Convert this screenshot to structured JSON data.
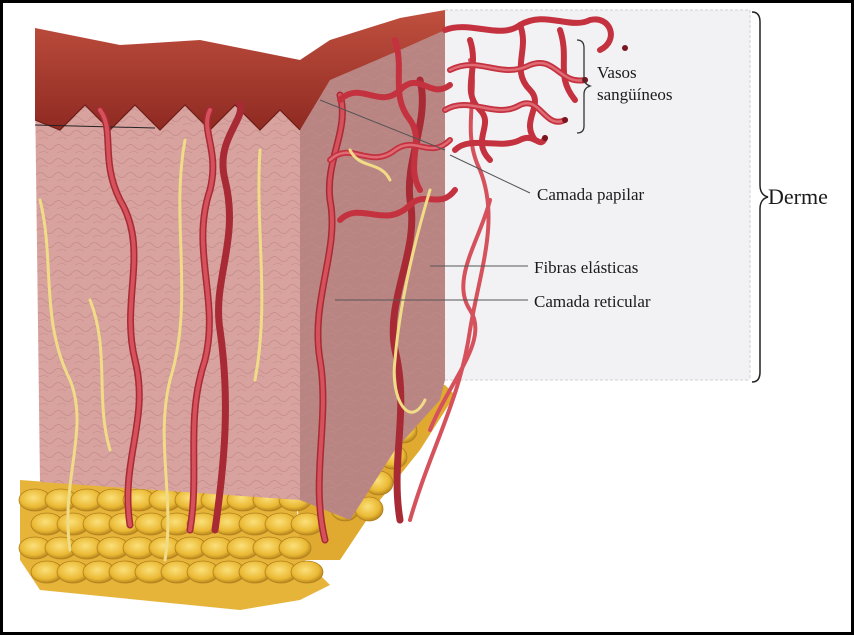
{
  "labels": {
    "vasos_line1": "Vasos",
    "vasos_line2": "sangüíneos",
    "camada_papilar": "Camada papilar",
    "fibras_elasticas": "Fibras elásticas",
    "camada_reticular": "Camada reticular",
    "derme": "Derme"
  },
  "colors": {
    "epidermis": "#a8352c",
    "dermis": "#d9a3a1",
    "dermis_cut": "#b27c77",
    "vessel": "#c9404a",
    "elastic_fiber": "#f1de8a",
    "fat": "#f0c040",
    "panel": "#f1f1f4"
  }
}
